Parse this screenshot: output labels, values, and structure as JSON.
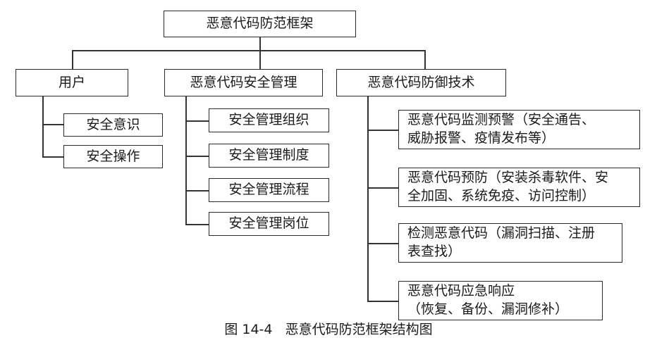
{
  "root": {
    "label": "恶意代码防范框架"
  },
  "branches": [
    {
      "label": "用户",
      "children": [
        "安全意识",
        "安全操作"
      ]
    },
    {
      "label": "恶意代码安全管理",
      "children": [
        "安全管理组织",
        "安全管理制度",
        "安全管理流程",
        "安全管理岗位"
      ]
    },
    {
      "label": "恶意代码防御技术",
      "children": [
        [
          "恶意代码监测预警（安全通告、",
          "威胁报警、疫情发布等）"
        ],
        [
          "恶意代码预防（安装杀毒软件、安",
          "全加固、系统免疫、访问控制）"
        ],
        [
          "检测恶意代码（漏洞扫描、注册",
          "表查找）"
        ],
        [
          "恶意代码应急响应",
          "（恢复、备份、漏洞修补）"
        ]
      ]
    }
  ],
  "caption": {
    "figure_number": "图 14-4",
    "title": "恶意代码防范框架结构图"
  }
}
